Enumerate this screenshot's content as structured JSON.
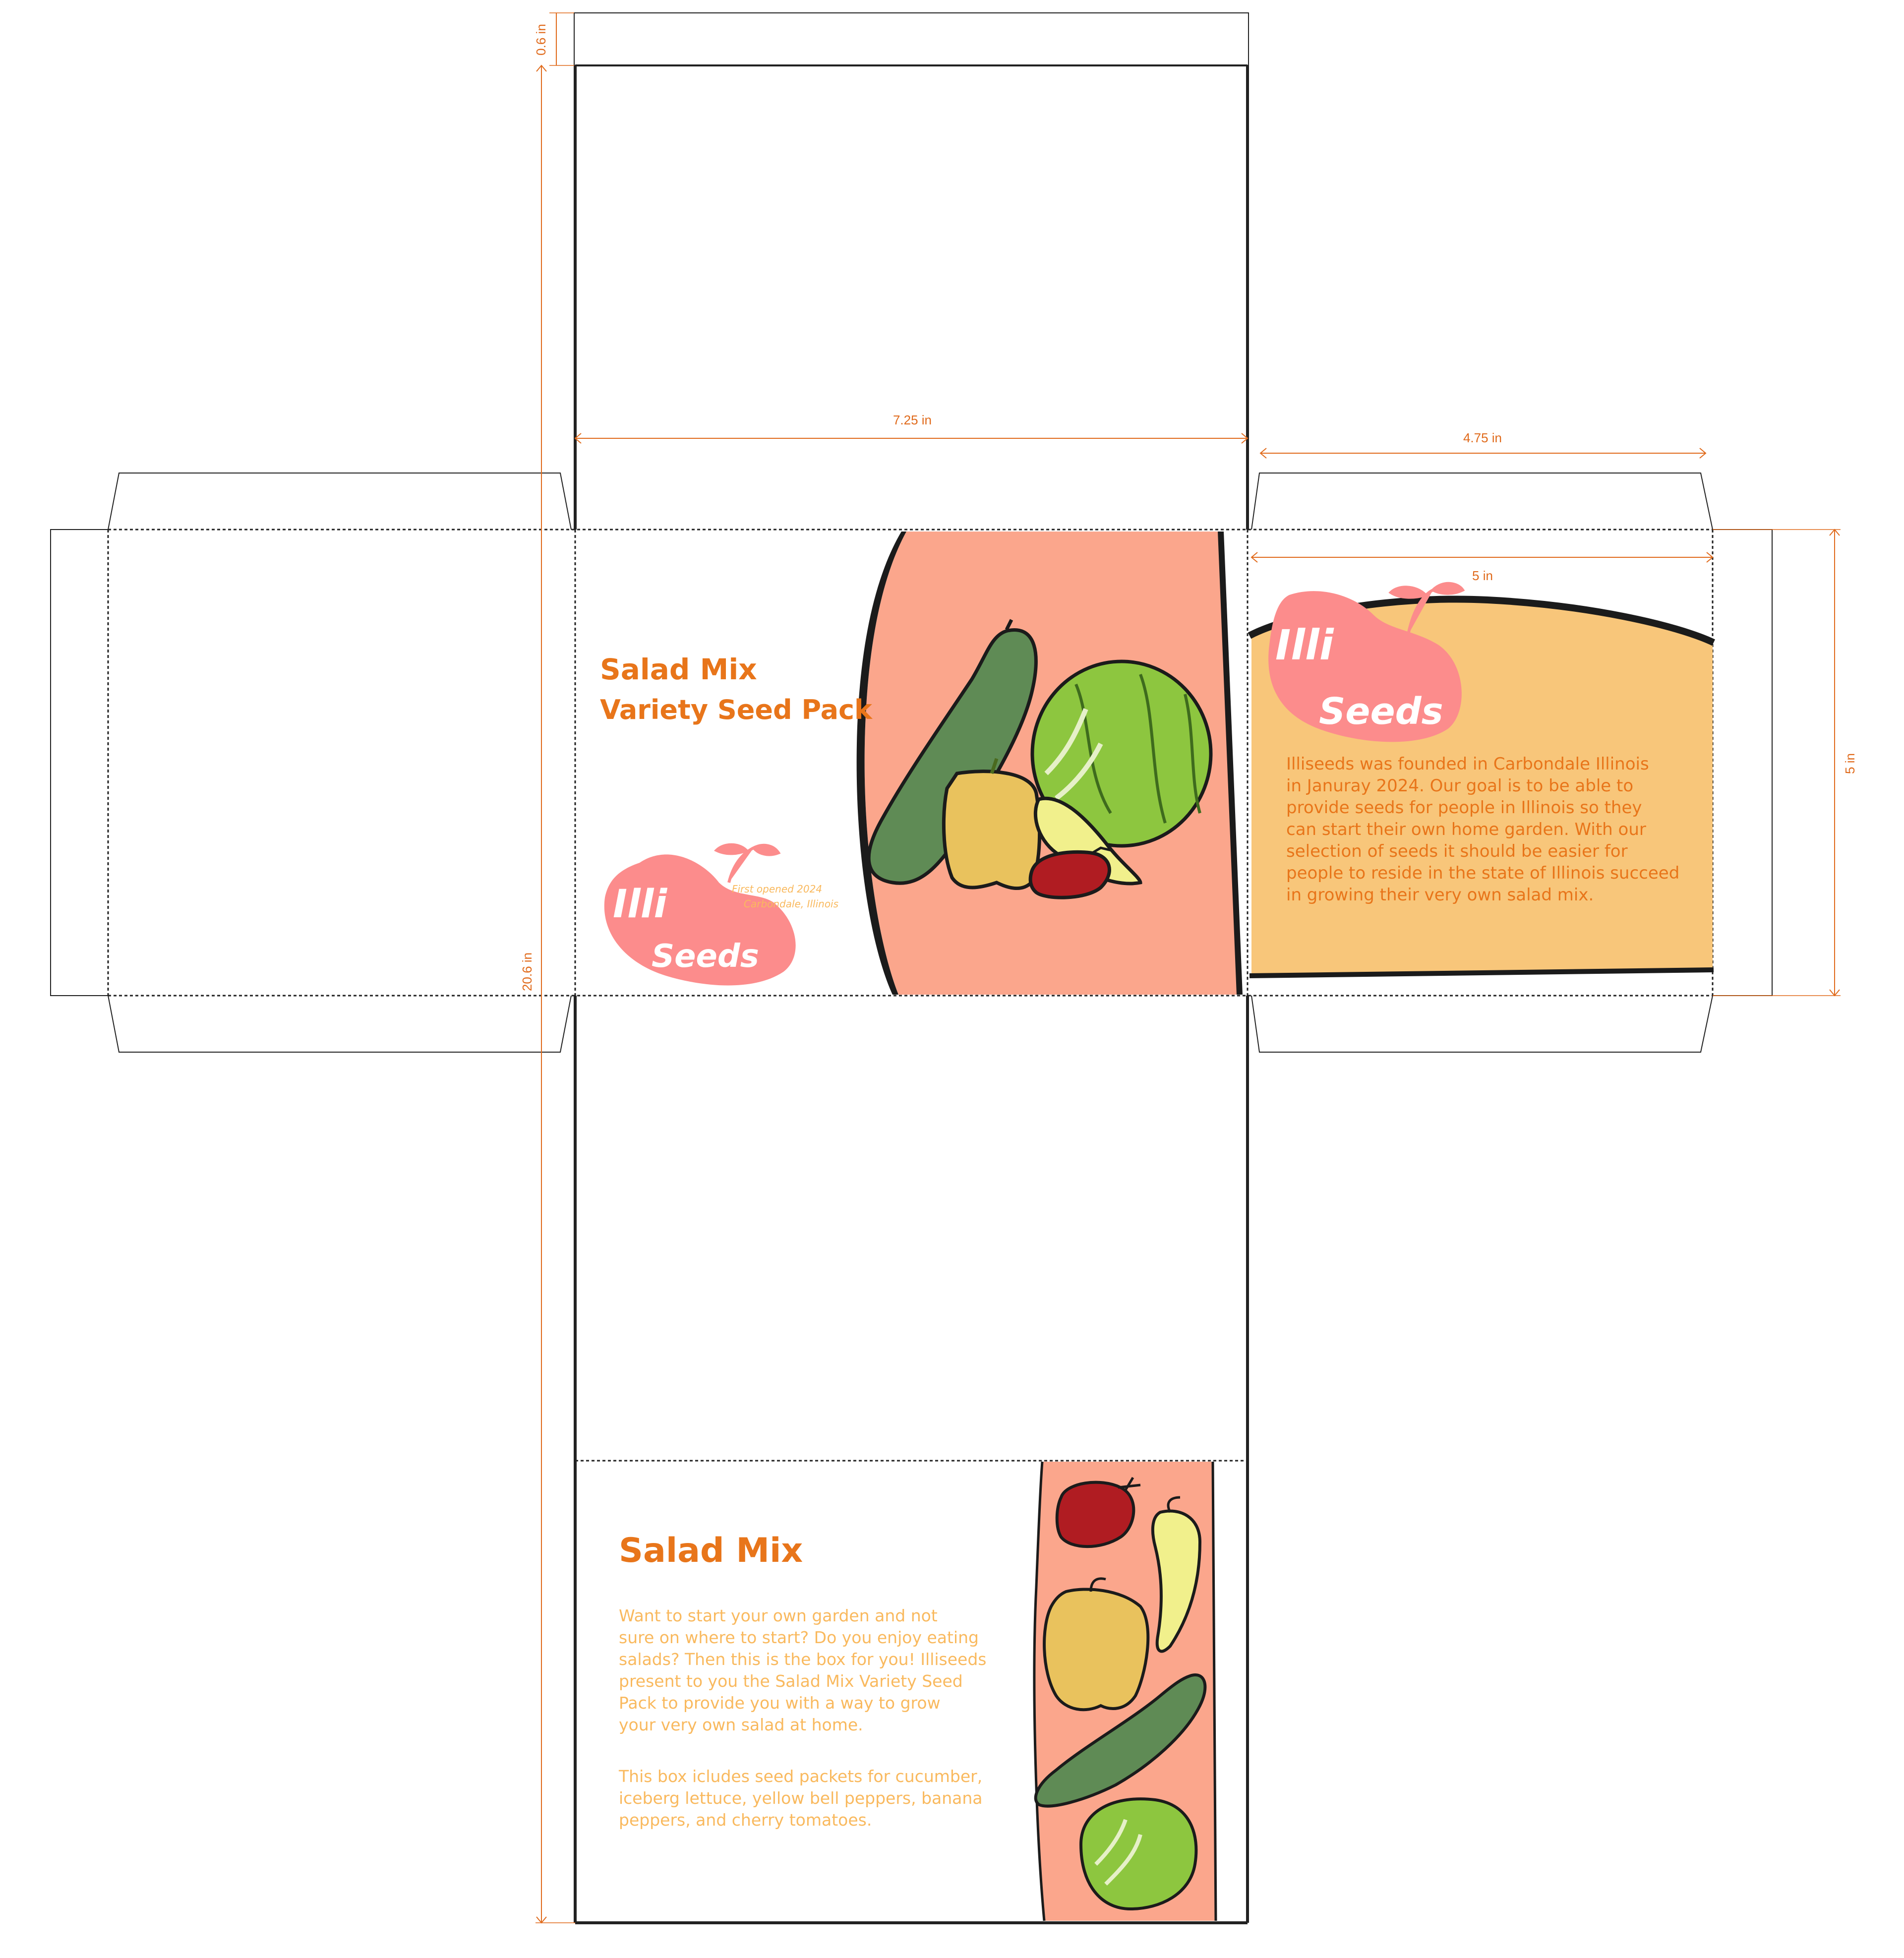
{
  "dimensions": {
    "flap_height": "0.6 in",
    "width_top": "7.25 in",
    "side_flap_width": "4.75 in",
    "side_width": "5 in",
    "side_height": "5 in",
    "total_height": "20.6 in"
  },
  "front_panel": {
    "title_line1": "Salad Mix",
    "title_line2": "Variety Seed Pack",
    "logo_line1": "Illi",
    "logo_line2": "Seeds",
    "tagline_line1": "First opened 2024",
    "tagline_line2": "Carbondale, Illinois"
  },
  "side_panel": {
    "logo_line1": "Illi",
    "logo_line2": "Seeds",
    "about_lines": [
      "Illiseeds was founded in Carbondale Illinois",
      "in Januray 2024. Our goal is to be able to",
      "provide seeds for people in Illinois so they",
      "can start their own home garden. With our",
      "selection of seeds it should be easier for",
      "people to reside in the state of Illinois succeed",
      "in growing their very own salad mix."
    ]
  },
  "back_panel": {
    "title": "Salad Mix",
    "paragraph1_lines": [
      "Want to start your own garden and not",
      "sure on where to start? Do you enjoy eating",
      "salads? Then this is the box for you! Illiseeds",
      "present to you the Salad Mix Variety Seed",
      "Pack to provide you with a way to grow",
      "your very own salad at home."
    ],
    "paragraph2_lines": [
      "This box icludes seed packets for cucumber,",
      "iceberg lettuce, yellow bell peppers, banana",
      "peppers, and cherry tomatoes."
    ]
  },
  "colors": {
    "dimension": "#e06a1b",
    "title_orange": "#e8751a",
    "salmon_panel": "#fba68c",
    "side_panel_fill": "#f8c67a",
    "logo_pink": "#fc8c8c",
    "back_text": "#f9b95e",
    "cucumber": "#5f8b55",
    "lettuce": "#8dc63f",
    "yellow_pepper": "#e9c25d",
    "banana_pepper": "#f1f08c",
    "tomato": "#b01c22"
  }
}
